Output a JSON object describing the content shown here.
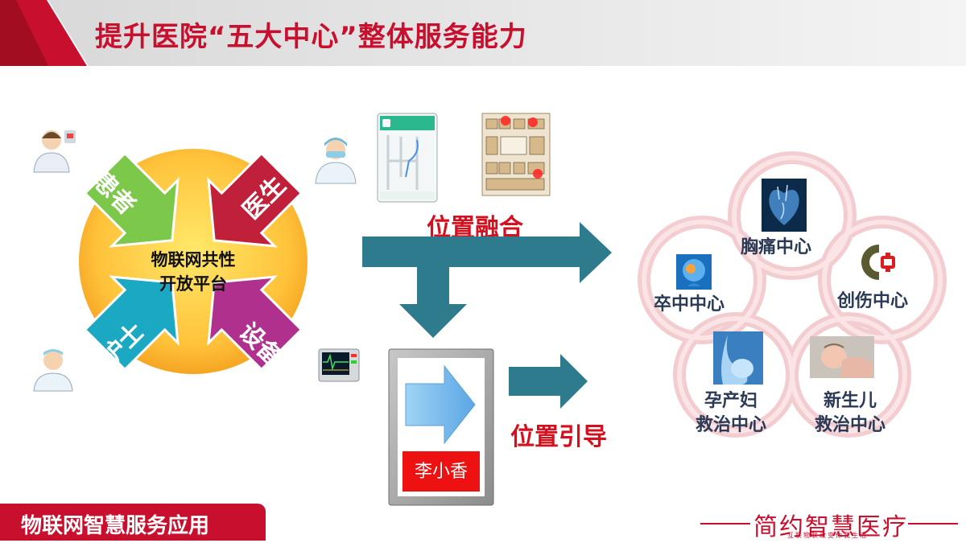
{
  "title": "提升医院“五大中心”整体服务能力",
  "platform": {
    "line1": "物联网共性",
    "line2": "开放平台"
  },
  "roles": {
    "patient": "患者",
    "doctor": "医生",
    "nurse": "护士",
    "device": "设备"
  },
  "position_fusion": "位置融合",
  "position_guide": "位置引导",
  "name_badge": "李小香",
  "centers": {
    "chest_pain": "胸痛中心",
    "stroke": "卒中中心",
    "trauma": "创伤中心",
    "maternal_line1": "孕产妇",
    "maternal_line2": "救治中心",
    "neonatal_line1": "新生儿",
    "neonatal_line2": "救治中心"
  },
  "footer": "物联网智慧服务应用",
  "brand": {
    "name": "简约智慧医疗",
    "tagline": "互联物联改变你我生活"
  },
  "colors": {
    "brand_red": "#c8102e",
    "teal_arrow": "#2e7b8e",
    "patient": "#7cc84a",
    "doctor": "#c0203a",
    "nurse": "#1aa8c2",
    "device": "#b0308e"
  }
}
